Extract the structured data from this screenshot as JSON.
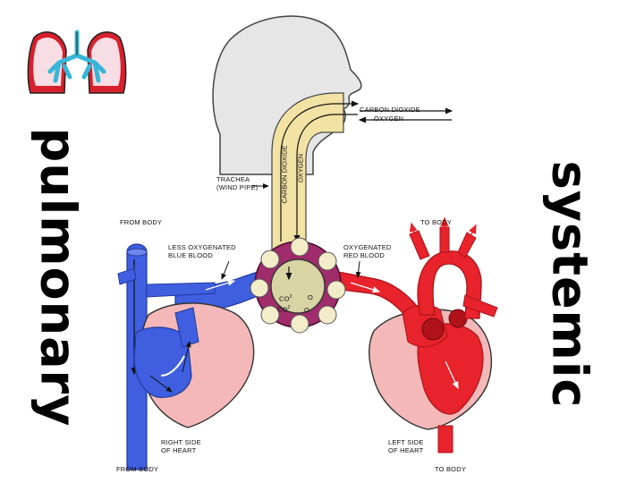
{
  "side_labels": {
    "left": "pulmonary",
    "right": "systemic"
  },
  "labels": {
    "co2_out": "CARBON DIOXIDE",
    "o2_in": "OXYGEN",
    "trachea": "TRACHEA\n(WIND PIPE)",
    "trachea_co2": "CARBON DIOXIDE",
    "trachea_o2": "OXYGEN",
    "from_body_top": "FROM BODY",
    "to_body_top": "TO BODY",
    "less_oxygenated": "LESS OXYGENATED\nBLUE BLOOD",
    "oxygenated": "OXYGENATED\nRED BLOOD",
    "right_side": "RIGHT SIDE\nOF HEART",
    "left_side": "LEFT SIDE\nOF HEART",
    "from_body_bottom": "FROM BODY",
    "to_body_bottom": "TO BODY",
    "alveolus_co2_a": "CO",
    "alveolus_co2_b": "CO",
    "alveolus_o2_a": "O",
    "alveolus_o2_b": "O"
  },
  "colors": {
    "deoxygenated_blue": "#3f5fe0",
    "oxygenated_red": "#e8232b",
    "heart_pink": "#f4b8b8",
    "airway_yellow": "#f2e2a4",
    "alveolus_fill": "#e6e2b8",
    "lung_red": "#d8202c",
    "bronchi_cyan": "#38b6d8"
  },
  "icons": {
    "lungs": "lungs-icon"
  }
}
